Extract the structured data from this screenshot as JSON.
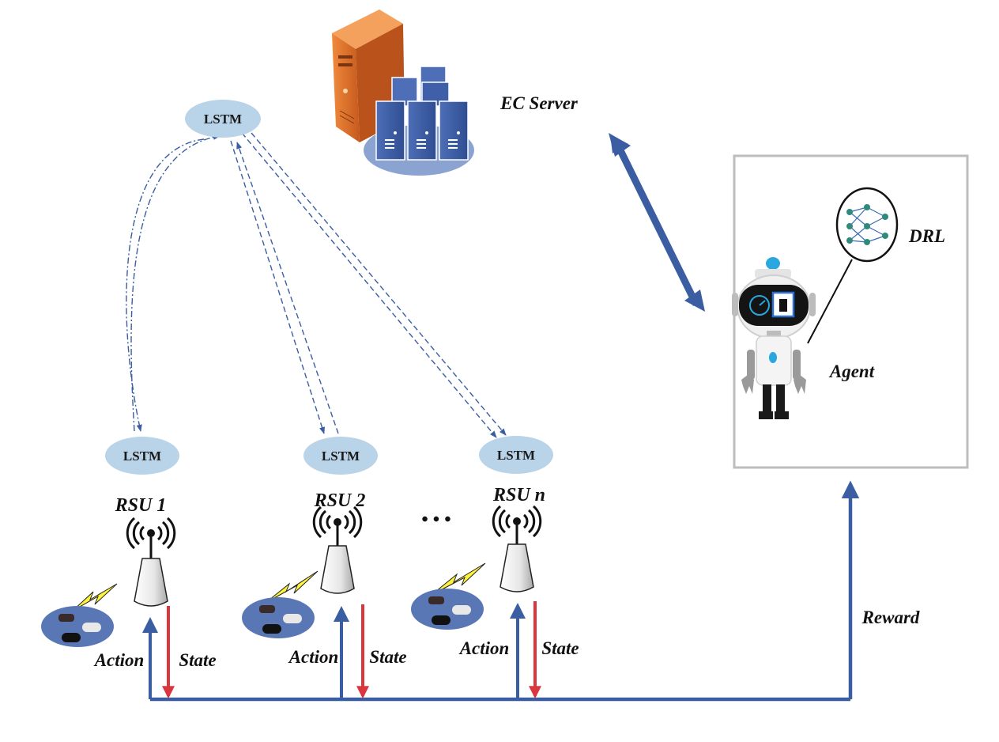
{
  "colors": {
    "link_blue": "#3b5ea3",
    "state_red": "#d9363e",
    "lstm_fill": "#b9d3e8",
    "server_orange": "#e0782f",
    "server_blue": "#3f5fa8",
    "frame_gray": "#bdbdbd"
  },
  "lstm": {
    "top": "LSTM",
    "rsu1": "LSTM",
    "rsu2": "LSTM",
    "rsun": "LSTM"
  },
  "server": {
    "label": "EC Server",
    "icon": "server-rack-icon"
  },
  "agent_box": {
    "label": "Agent",
    "drl_label": "DRL",
    "icons": [
      "robot-icon",
      "neural-network-icon"
    ]
  },
  "rsus": [
    {
      "name": "RSU 1",
      "action": "Action",
      "state": "State"
    },
    {
      "name": "RSU 2",
      "action": "Action",
      "state": "State"
    },
    {
      "name": "RSU n",
      "action": "Action",
      "state": "State"
    }
  ],
  "ellipsis": "• • •",
  "reward_label": "Reward"
}
